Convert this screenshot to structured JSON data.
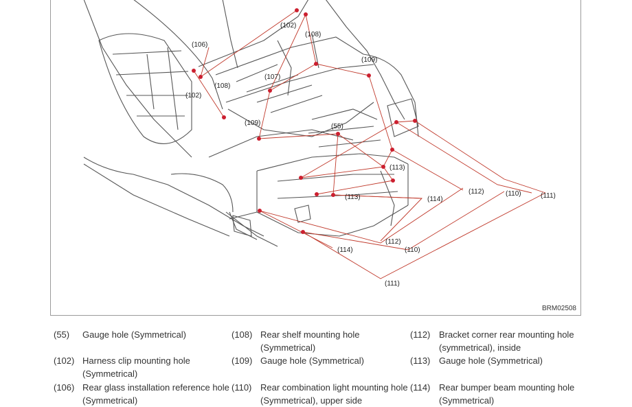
{
  "figure": {
    "code": "BRM02508",
    "callouts": [
      {
        "id": "c-102-a",
        "text": "(102)"
      },
      {
        "id": "c-108-a",
        "text": "(108)"
      },
      {
        "id": "c-106",
        "text": "(106)"
      },
      {
        "id": "c-108-b",
        "text": "(108)"
      },
      {
        "id": "c-107",
        "text": "(107)"
      },
      {
        "id": "c-109-a",
        "text": "(109)"
      },
      {
        "id": "c-102-b",
        "text": "(102)"
      },
      {
        "id": "c-109-b",
        "text": "(109)"
      },
      {
        "id": "c-55",
        "text": "(55)"
      },
      {
        "id": "c-113-a",
        "text": "(113)"
      },
      {
        "id": "c-112-a",
        "text": "(112)"
      },
      {
        "id": "c-110-a",
        "text": "(110)"
      },
      {
        "id": "c-111-a",
        "text": "(111)"
      },
      {
        "id": "c-113-b",
        "text": "(113)"
      },
      {
        "id": "c-114-a",
        "text": "(114)"
      },
      {
        "id": "c-112-b",
        "text": "(112)"
      },
      {
        "id": "c-110-b",
        "text": "(110)"
      },
      {
        "id": "c-114-b",
        "text": "(114)"
      },
      {
        "id": "c-111-b",
        "text": "(111)"
      }
    ]
  },
  "legend": [
    {
      "num": "(55)",
      "text": "Gauge hole (Symmetrical)"
    },
    {
      "num": "(102)",
      "text": "Harness clip mounting hole (Symmetrical)"
    },
    {
      "num": "(106)",
      "text": "Rear glass installation reference hole (Symmetrical)"
    },
    {
      "num": "(108)",
      "text": "Rear shelf mounting hole (Symmetrical)"
    },
    {
      "num": "(109)",
      "text": "Gauge hole (Symmetrical)"
    },
    {
      "num": "(110)",
      "text": "Rear combination light mounting hole (Symmetrical), upper side"
    },
    {
      "num": "(112)",
      "text": "Bracket corner rear mounting hole (symmetrical), inside"
    },
    {
      "num": "(113)",
      "text": "Gauge hole (Symmetrical)"
    },
    {
      "num": "(114)",
      "text": "Rear bumper beam mounting hole (Symmetrical)"
    }
  ],
  "colors": {
    "leader": "#c0392b",
    "point": "#cc1f2f",
    "body_line": "#555555",
    "frame": "#9a9a9a"
  }
}
